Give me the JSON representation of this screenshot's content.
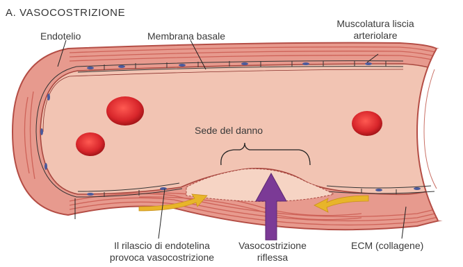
{
  "title": "A. VASOCOSTRIZIONE",
  "labels": {
    "endothelium": "Endotelio",
    "basement_membrane": "Membrana basale",
    "smooth_muscle_line1": "Muscolatura liscia",
    "smooth_muscle_line2": "arteriolare",
    "damage_site": "Sede del danno",
    "endothelin_line1": "Il rilascio di endotelina",
    "endothelin_line2": "provoca vasocostrizione",
    "reflex_line1": "Vasocostrizione",
    "reflex_line2": "riflessa",
    "ecm": "ECM (collagene)"
  },
  "colors": {
    "lumen": "#f2c4b3",
    "muscle": "#e89a90",
    "muscle_stripe": "#c9594f",
    "endothelial_nucleus": "#4a5a9c",
    "red_cell": "#d8262b",
    "arrow_purple": "#7b3a96",
    "arrow_yellow": "#e8b52a"
  },
  "icons": {
    "reflex_arrow": "up-arrow",
    "endothelin_arrows": "curved-arrow"
  }
}
